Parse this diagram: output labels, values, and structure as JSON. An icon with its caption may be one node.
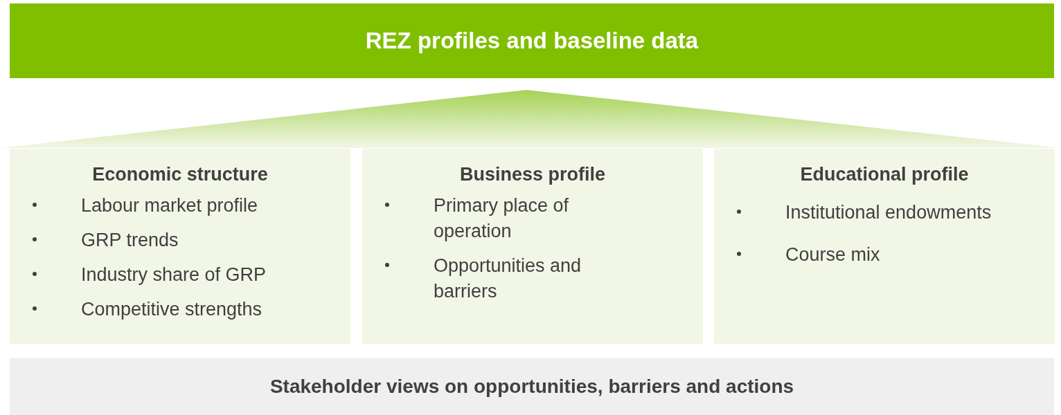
{
  "diagram": {
    "nodes": [
      {
        "text": [
          "REZ profiles and baseline data"
        ]
      },
      {
        "text": [
          "Economic structure",
          "Labour market profile",
          "GRP trends",
          "Industry share of GRP",
          "Competitive strengths"
        ]
      },
      {
        "text": [
          "Business profile",
          "Primary place of operation",
          "Opportunities and barriers"
        ]
      },
      {
        "text": [
          "Educational profile",
          "Institutional endowments",
          "Course mix"
        ]
      },
      {
        "text": [
          "Stakeholder views on opportunities, barriers and actions"
        ]
      }
    ],
    "edges": []
  }
}
